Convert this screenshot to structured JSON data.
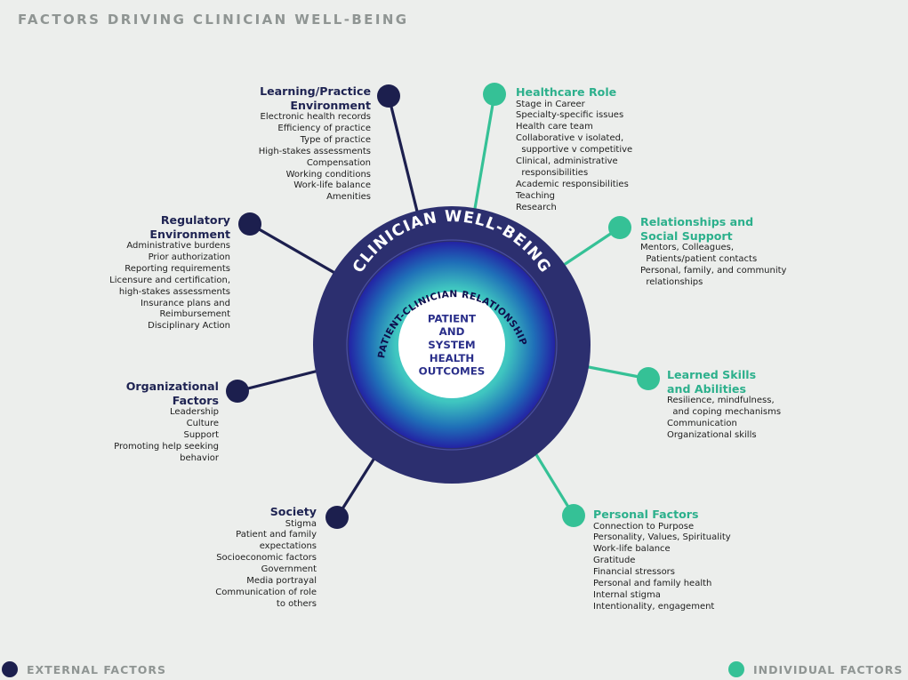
{
  "title": "FACTORS DRIVING CLINICIAN WELL-BEING",
  "colors": {
    "external": "#1c1f4e",
    "individual": "#35c196",
    "ring_outer": "#2c2f6f",
    "ring_mid": "#2a2aa8",
    "center": "#ffffff"
  },
  "rings": {
    "outer_label": "CLINICIAN WELL-BEING",
    "middle_label": "PATIENT-CLINICIAN RELATIONSHIP",
    "center_lines": [
      "PATIENT",
      "AND",
      "SYSTEM",
      "HEALTH",
      "OUTCOMES"
    ]
  },
  "factors": [
    {
      "id": "learning",
      "type": "external",
      "title": [
        "Learning/Practice",
        "Environment"
      ],
      "items": [
        "Electronic health records",
        "Efficiency of practice",
        "Type of practice",
        "High-stakes assessments",
        "Compensation",
        "Working conditions",
        "Work-life balance",
        "Amenities"
      ]
    },
    {
      "id": "regulatory",
      "type": "external",
      "title": [
        "Regulatory",
        "Environment"
      ],
      "items": [
        "Administrative burdens",
        "Prior authorization",
        "Reporting requirements",
        "Licensure and certification,",
        "high-stakes assessments",
        "Insurance plans and",
        "Reimbursement",
        "Disciplinary Action"
      ]
    },
    {
      "id": "organizational",
      "type": "external",
      "title": [
        "Organizational",
        "Factors"
      ],
      "items": [
        "Leadership",
        "Culture",
        "Support",
        "Promoting help seeking",
        "behavior"
      ]
    },
    {
      "id": "society",
      "type": "external",
      "title": [
        "Society"
      ],
      "items": [
        "Stigma",
        "Patient and family",
        "expectations",
        "Socioeconomic factors",
        "Government",
        "Media portrayal",
        "Communication of role",
        "to others"
      ]
    },
    {
      "id": "healthcare",
      "type": "individual",
      "title": [
        "Healthcare Role"
      ],
      "items": [
        "Stage in Career",
        "Specialty-specific issues",
        "Health care team",
        "Collaborative v isolated,",
        "  supportive v competitive",
        "Clinical, administrative",
        "  responsibilities",
        "Academic responsibilities",
        "Teaching",
        "Research"
      ]
    },
    {
      "id": "relationships",
      "type": "individual",
      "title": [
        "Relationships and",
        "Social Support"
      ],
      "items": [
        "Mentors, Colleagues,",
        "  Patients/patient contacts",
        "Personal, family, and community",
        "  relationships"
      ]
    },
    {
      "id": "skills",
      "type": "individual",
      "title": [
        "Learned Skills",
        "and Abilities"
      ],
      "items": [
        "Resilience, mindfulness,",
        "  and coping mechanisms",
        "Communication",
        "Organizational skills"
      ]
    },
    {
      "id": "personal",
      "type": "individual",
      "title": [
        "Personal Factors"
      ],
      "items": [
        "Connection to Purpose",
        "Personality, Values, Spirituality",
        "Work-life balance",
        "Gratitude",
        "Financial stressors",
        "Personal and family health",
        "Internal stigma",
        "Intentionality, engagement"
      ]
    }
  ],
  "legend": {
    "external": "EXTERNAL FACTORS",
    "individual": "INDIVIDUAL FACTORS"
  }
}
